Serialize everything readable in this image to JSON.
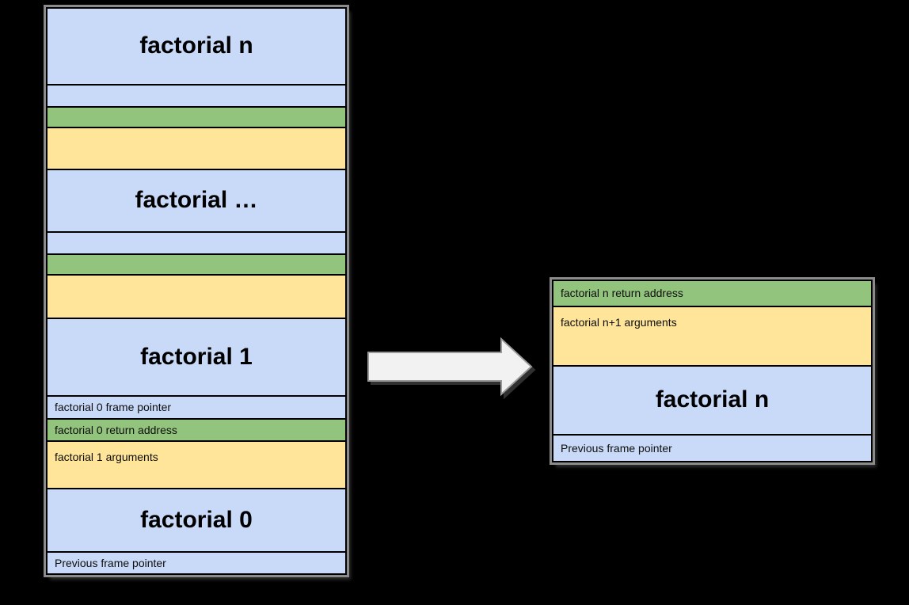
{
  "colors": {
    "background": "#000000",
    "frame_blue": "#c9daf8",
    "return_green": "#93c47d",
    "args_yellow": "#ffe599",
    "arrow_fill": "#f2f2f2",
    "arrow_outline": "#9a9a9a",
    "box_outline": "#8b8b8b",
    "cell_border": "#000000"
  },
  "left_stack": {
    "rows": [
      {
        "label": "factorial n"
      },
      {
        "label": ""
      },
      {
        "label": ""
      },
      {
        "label": ""
      },
      {
        "label": "factorial …"
      },
      {
        "label": ""
      },
      {
        "label": ""
      },
      {
        "label": ""
      },
      {
        "label": "factorial 1"
      },
      {
        "label": "factorial 0 frame pointer"
      },
      {
        "label": "factorial 0 return address"
      },
      {
        "label": "factorial 1 arguments"
      },
      {
        "label": "factorial 0"
      },
      {
        "label": "Previous frame pointer"
      }
    ]
  },
  "right_stack": {
    "rows": [
      {
        "label": "factorial n return address"
      },
      {
        "label": "factorial n+1 arguments"
      },
      {
        "label": "factorial n"
      },
      {
        "label": "Previous frame pointer"
      }
    ]
  }
}
